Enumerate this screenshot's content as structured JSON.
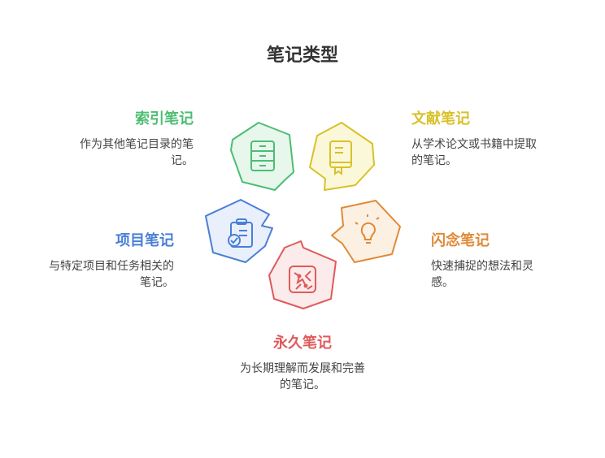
{
  "title": "笔记类型",
  "colors": {
    "green": "#4dbd74",
    "yellow": "#d8c12a",
    "blue": "#4a7fd6",
    "orange": "#e08a37",
    "red": "#e05a5a"
  },
  "nodes": {
    "index": {
      "label": "索引笔记",
      "desc": "作为其他笔记目录的笔记。",
      "icon": "file-cabinet-icon"
    },
    "literature": {
      "label": "文献笔记",
      "desc": "从学术论文或书籍中提取的笔记。",
      "icon": "book-icon"
    },
    "project": {
      "label": "项目笔记",
      "desc": "与特定项目和任务相关的笔记。",
      "icon": "clipboard-check-icon"
    },
    "fleeting": {
      "label": "闪念笔记",
      "desc": "快速捕捉的想法和灵感。",
      "icon": "lightbulb-icon"
    },
    "permanent": {
      "label": "永久笔记",
      "desc": "为长期理解而发展和完善的笔记。",
      "icon": "brain-icon"
    }
  }
}
